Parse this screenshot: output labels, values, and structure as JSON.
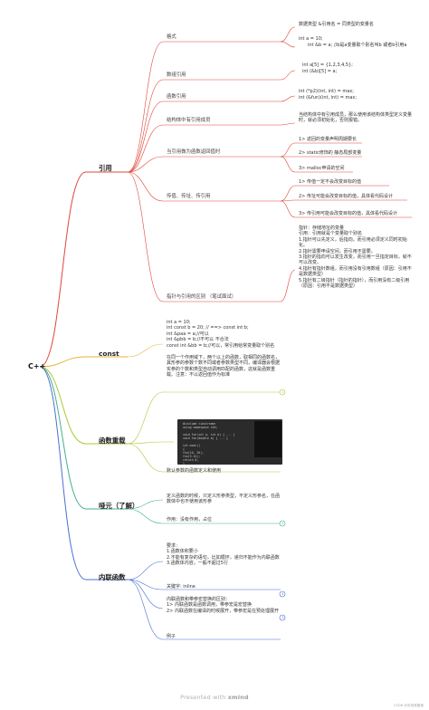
{
  "root": "C++",
  "branches": {
    "ref": "引用",
    "const": "const",
    "overload": "函数重载",
    "placeholder": "哑元（了解）",
    "inline": "内联函数"
  },
  "ref": {
    "format": {
      "label": "格式",
      "lines": [
        "数据类型 &引用名 = 同类型的变量名",
        "int a = 10;",
        "int &b = a; //b是a变量取个别名叫b  或者b引用a"
      ]
    },
    "array_ref": {
      "label": "数组引用",
      "lines": [
        "int a[5] = {1,2,3,4,5};",
        "int (&b)[5] = a;"
      ]
    },
    "func_ref": {
      "label": "函数引用",
      "lines": [
        "int (*p2)(int, int) = max;",
        "int (&fun)(int, int) = max;"
      ]
    },
    "struct_ref": {
      "label": "结构体中有引用成员",
      "text": "当结构体中有引用成员，那么使用该结构体类型定义变量时，就必须初始化，否则报错。"
    },
    "return_ref": {
      "label": "当引用做为函数返回值时",
      "items": [
        "1> 返回的变量声明周期要长",
        "2> static修饰的 静态局部变量",
        "3> malloc申请的空间"
      ]
    },
    "pass": {
      "label": "传值、传址、传引用",
      "items": [
        "1> 传值一定不会改变目标的值",
        "2> 传址可能会改变目标的值，具体看代码设计",
        "3> 传引用可能会改变目标的值，具体看代码设计"
      ]
    },
    "ptr_vs_ref": {
      "label": "指针与引用的区别 （笔试面试）",
      "text": "指针：存储地址的变量\n引用：引用就是个变量取个别名\n1.指针可以先定义，后指向，而引用必须定义同时初始化。\n2.指针需要申请空间，而引用不需要。\n3.指针的指向可以发生改变，而引用一旦指定目标，就不可以改变。\n4.指针有指针数组，而引用没有引用数组（原因：引用不是数据类型）\n5.指针有二级指针（指针的指针），而引用没有二级引用（原因：引用不是数据类型）"
    }
  },
  "const_text": "int a = 10;\nint const b = 20; // ==> const int b;\nint &paa = a;//可以\nint &pbb = b;//不可以 不合法\nconst int &bb = b;//可以，常引用给常变量取个别名",
  "overload": {
    "desc": "在同一个作用域下，两个以上的函数，取相同的函数名，其形参的参数个数不同或者参数类型不同，编译器会根据实参的个数和类型自动调用匹配的函数，这就是函数重载。注意：不以返回值作为标准",
    "code": [
      "#include <iostream>",
      "using namespace std;",
      "",
      "void fun(int a, int b) { ... }",
      "void fun(double a) { ... }",
      "",
      "int main()",
      "{",
      "    fun(10, 20);",
      "    fun(3.14);",
      "    return 0;",
      "}"
    ],
    "default": "默认参数的函数定义和使用"
  },
  "placeholder": {
    "desc": "定义函数的时候，只定义形参类型，不定义形参名，在函数体中也不使用该形参",
    "purpose": "作用：没有作用，占位"
  },
  "inline": {
    "req": "要求：\n1.函数体积要小\n2.不能有复杂的语句，比如循环，递归不能作为内联函数\n3.函数体内容，一般不超过5行",
    "keyword": "关键字: inline",
    "diff": "内联函数和带参宏替换的区别：\n1> 内联函数是函数调用，带参宏是宏替换\n2> 内联函数在编译的时候展开，带参宏是在预处理展开",
    "example": "例子"
  },
  "badges": {
    "one": "1",
    "two": "2"
  },
  "footer": {
    "prefix": "Presented with ",
    "brand": "xmind"
  },
  "watermark": "CSDN @叹观赏雷鬼"
}
